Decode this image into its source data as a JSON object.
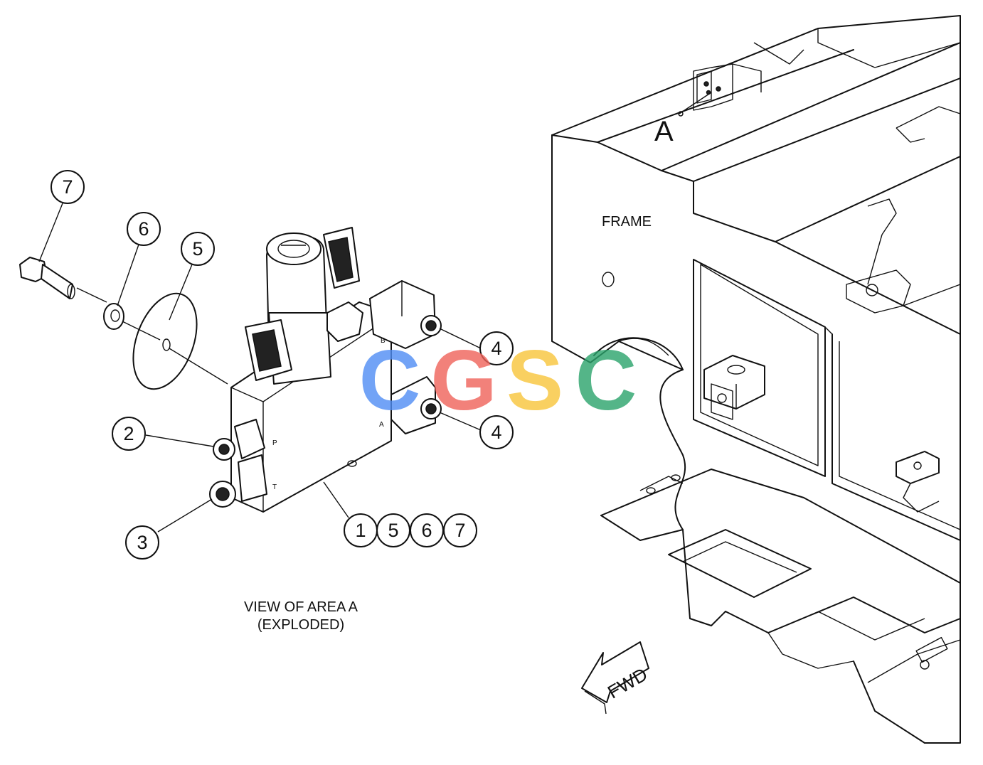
{
  "diagram": {
    "area_marker": "A",
    "frame_label": "FRAME",
    "caption_line1": "VIEW OF AREA A",
    "caption_line2": "(EXPLODED)",
    "fwd_label": "FWD",
    "callouts": {
      "bolt": "7",
      "washer_small": "6",
      "washer_large": "5",
      "fitting_p": "2",
      "fitting_t": "3",
      "fitting_b": "4",
      "fitting_a": "4",
      "group_1": "1",
      "group_5": "5",
      "group_6": "6",
      "group_7": "7"
    },
    "port_letters": {
      "b": "B",
      "a": "A",
      "p": "P",
      "t": "T"
    }
  },
  "watermark": {
    "letters": [
      "C",
      "G",
      "S",
      "C"
    ],
    "colors": [
      "#4f8df5",
      "#f0625a",
      "#f8c53a",
      "#2aa36b"
    ]
  }
}
